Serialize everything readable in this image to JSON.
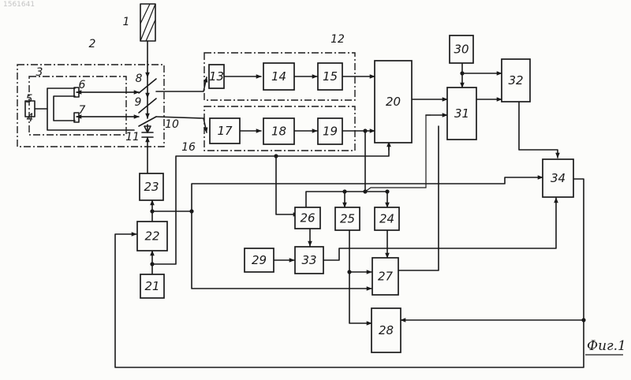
{
  "document": {
    "id_label": "1561641",
    "caption": "Фиг.1"
  },
  "blocks": [
    "13",
    "14",
    "15",
    "17",
    "18",
    "19",
    "20",
    "21",
    "22",
    "23",
    "24",
    "25",
    "26",
    "27",
    "28",
    "29",
    "30",
    "31",
    "32",
    "33",
    "34"
  ],
  "references": [
    "1",
    "2",
    "3",
    "4",
    "5",
    "6",
    "7",
    "8",
    "9",
    "10",
    "11",
    "12",
    "16"
  ]
}
